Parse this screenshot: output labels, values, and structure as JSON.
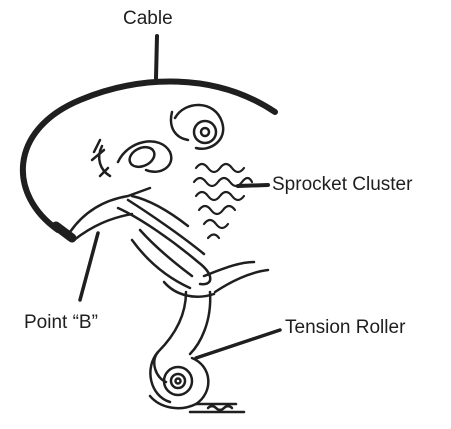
{
  "labels": {
    "cable": "Cable",
    "sprocket_cluster": "Sprocket Cluster",
    "point_b": "Point “B”",
    "tension_roller": "Tension Roller"
  },
  "colors": {
    "ink": "#1f1f1f",
    "background": "#ffffff"
  }
}
